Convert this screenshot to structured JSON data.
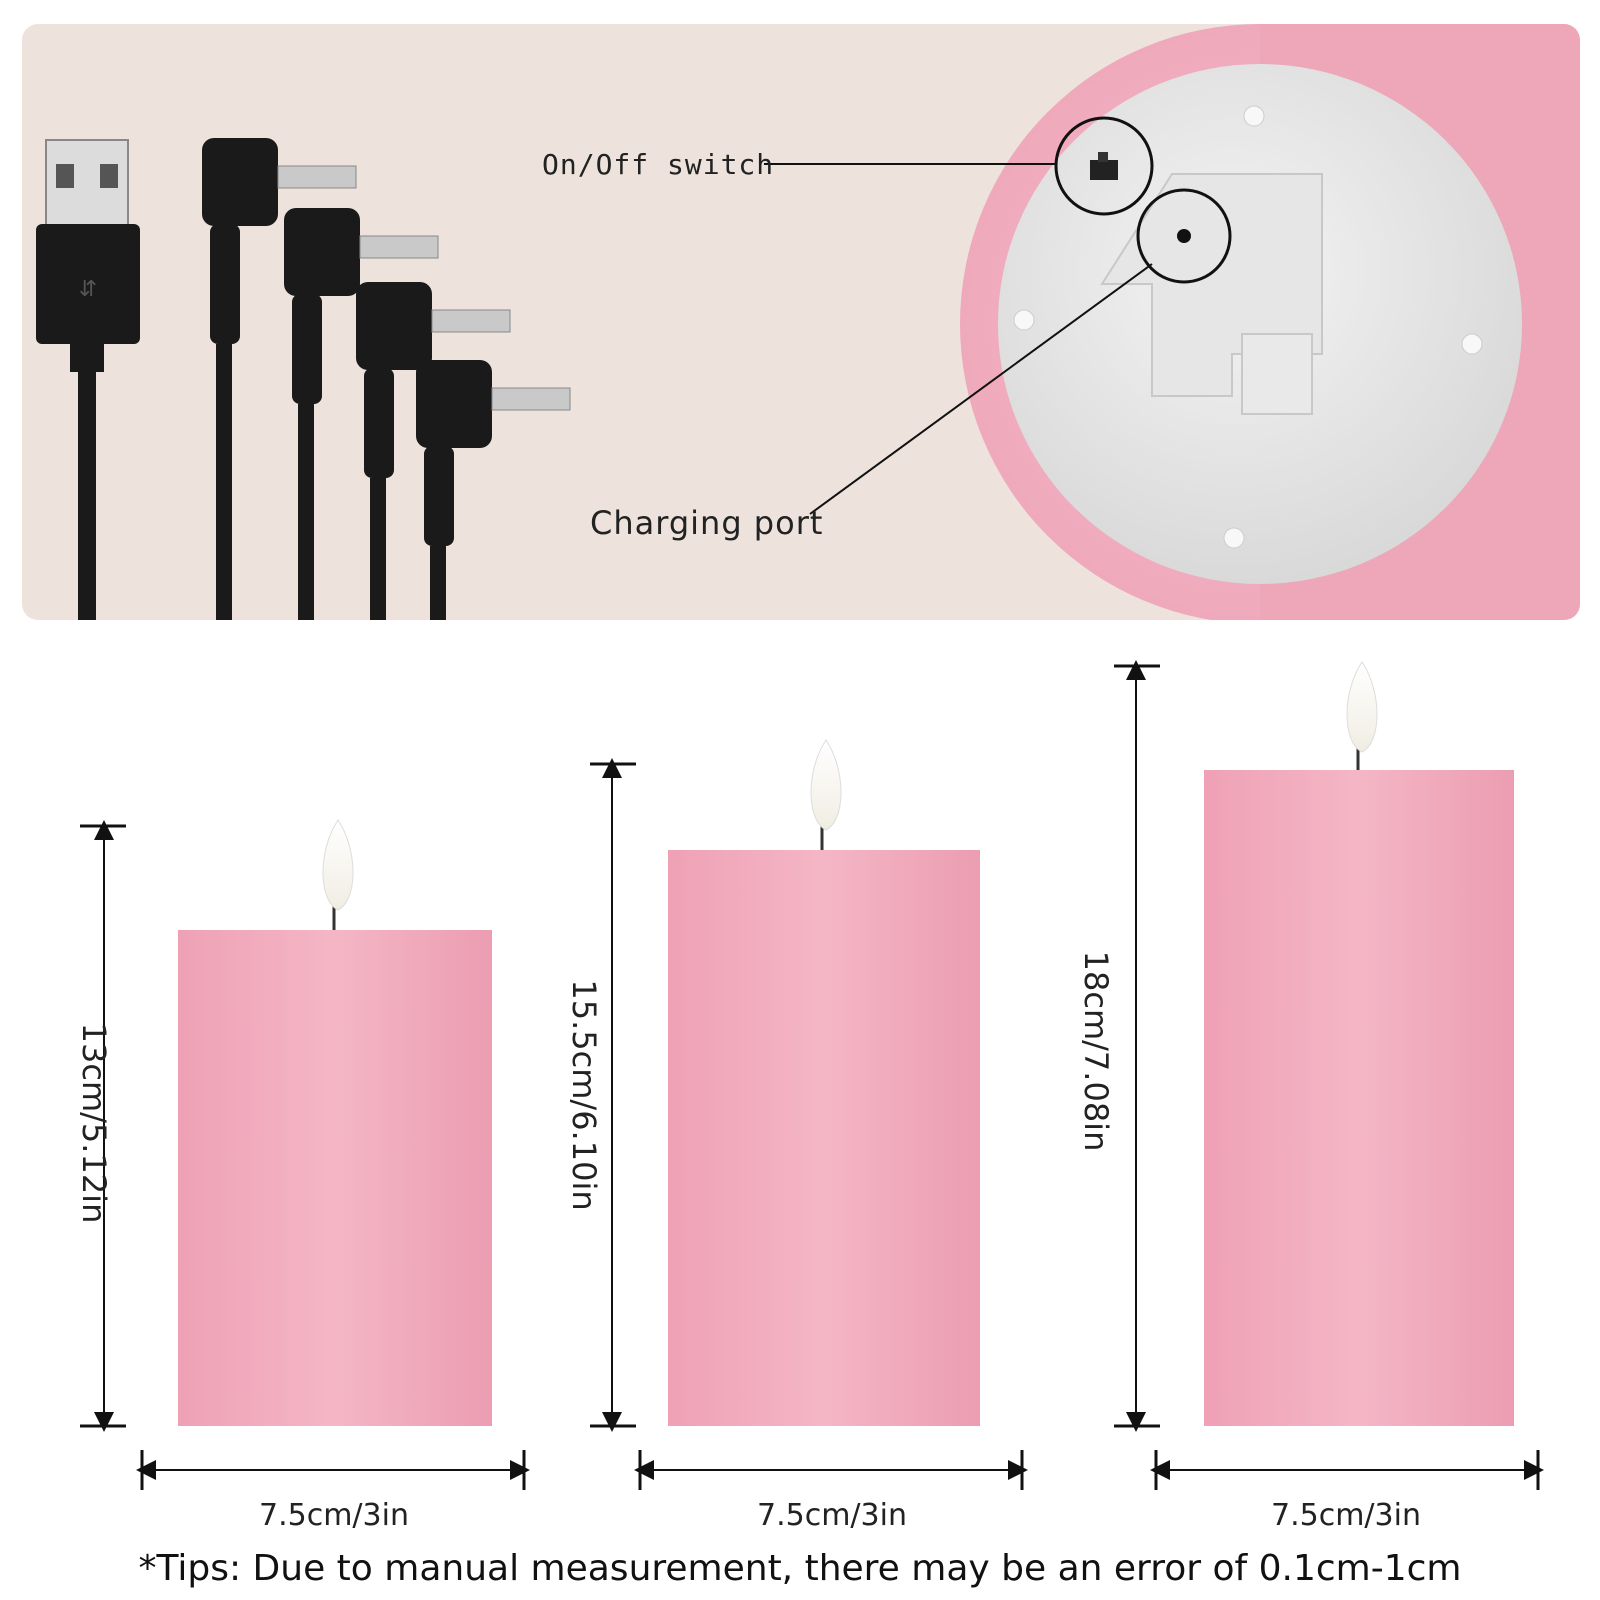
{
  "callouts": {
    "switch_label": "On/Off switch",
    "port_label": "Charging port"
  },
  "candles": [
    {
      "height_label": "13cm/5.12in",
      "width_label": "7.5cm/3in"
    },
    {
      "height_label": "15.5cm/6.10in",
      "width_label": "7.5cm/3in"
    },
    {
      "height_label": "18cm/7.08in",
      "width_label": "7.5cm/3in"
    }
  ],
  "tip": "*Tips: Due to manual measurement, there may be an error of 0.1cm-1cm",
  "colors": {
    "panel_bg": "#ede3dc",
    "candle_pink": "#f1a9bd",
    "cable_black": "#1a1a1a"
  },
  "icons": [
    "usb-plug-icon",
    "dc-connector-icon",
    "on-off-switch-icon",
    "charging-port-icon"
  ]
}
